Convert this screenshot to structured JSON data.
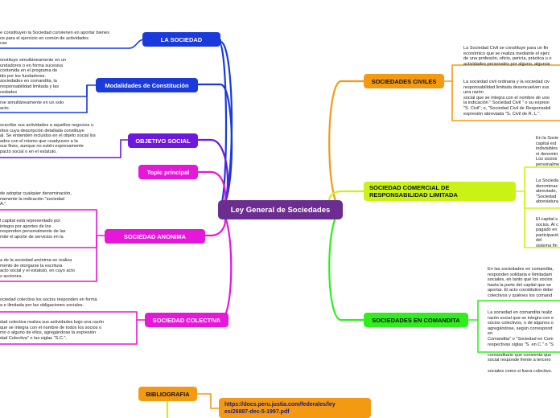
{
  "center": "Ley General de Sociedades",
  "left": {
    "sociedad": {
      "label": "LA SOCIEDAD",
      "text": "e constituyen la Sociedad convienen en aportar bienes\nos para el ejercicio en común de actividades\ncas"
    },
    "modalidades": {
      "label": "Modalidades de Constitución",
      "text1": "onstituye simultáneamente en un\nundadores o en forma sucesiva\ncontenida en el programa de\nido por los fundadores.\nsociedades en comandita, la\nresponsabilidad limitada y las\ncedades",
      "text2": "rse simultáneamente en un solo\nacto."
    },
    "objetivo": {
      "label": "OBJETIVO SOCIAL",
      "text": "scscribe sus actividades a aquellos negocios u\nritos cuya descripción detallada constituye\nal. Se entienden incluidos en el objeto social los\nados con el mismo que coadyuven a la\nsus fines, aunque no estén expresamente\npacto social o en el estatuto."
    },
    "topic": {
      "label": "Topic principal"
    },
    "anonima": {
      "label": "SOCIEDAD ANONIMA",
      "text1": "de adoptar cualquier denominación,\nriamente la indicación \"sociedad\nA.\".",
      "text2": "l capital está representado por\nintegra por aportes de los\nresponden personalmente de las\nmite el aporte de servicios en la",
      "text3": "a de la sociedad anónima se realiza\nmento de otorgarse la escritura\nacto social y el estatuto, en cuyo acto\ns acciones."
    },
    "colectiva": {
      "label": "SOCIEDAD COLECTIVA",
      "text1": "ociedad colectiva los socios responden en forma\na e ilimitada por las obligaciones sociales.",
      "text2": "dad colectiva realiza sus actividades bajo una razón\nque se integra con el nombre de todos los socios o\nmo o alguno de ellos, agregándose la expresión\ndad Colectiva\" o las siglas \"S.C.\"."
    }
  },
  "right": {
    "civiles": {
      "label": "SOCIEDADES CIVILES",
      "text1": "La Sociedad Civil se constituye para un fin\neconómico que se realiza mediante el ejerc\nde una profesión, oficio, pericia, práctica u o\nactividades personales por alguno, algunos",
      "text2": "La sociedad civil ordinaria y la sociedad civ\nresponsabilidad limitada desenvuelven sus\nuna razón\nsocial que se integra con el nombre de uno\nla indicación \" Sociedad Civil \" o su expresi\n\"S. Civil\"; o, \"Sociedad Civil de Responsabil\nexpresión abreviada \"S. Civil de R. L.\"."
    },
    "srl": {
      "label": "SOCIEDAD COMERCIAL DE\nRESPONSABILIDAD LIMITADA",
      "text1": "En la Socie\ncapital est\nindivisibles\nni denomin\nLos socios\npersonalme",
      "text2": "La Socieda\ndenominac\nabreviado,\n\"Sociedad\nabreviatura",
      "text3": "El capital s\nsocios. Al c\npagado en\nparticipació\ndel\nsistema fin"
    },
    "comandita": {
      "label": "SOCIEDADES EN COMANDITA",
      "text1": "En las sociedades en comandita,\nresponden solidaria e ilimitadam\nsociales, en tanto que los socios\nhasta la parte del capital que se\naportar. El acto constitutivo debe\ncolectivos y quiénes los comand",
      "text2": "La sociedad en comandita realiz\nrazón social que se integra con e\nsocios colectivos, o de algunos o\nagregándose, según correspond\nen\nComandita\" o \"Sociedad en Com\nrespectivas siglas \"S. en C.\" o \"S\n\ncomanditario que consienta que\nsocial responde frente a tercero\n\nsociales como si fuera colectivo."
    }
  },
  "bibliografia": {
    "label": "BIBLIOGRAFIA",
    "url": "https://docs.peru.justia.com/federales/ley\nes/26887-dec-5-1997.pdf"
  },
  "colors": {
    "center": "#6b2d8f",
    "blue": "#1a3adb",
    "violet": "#6e17df",
    "magenta": "#e517d9",
    "orange": "#f39a12",
    "lime": "#cbf216",
    "green": "#30ee1c"
  }
}
